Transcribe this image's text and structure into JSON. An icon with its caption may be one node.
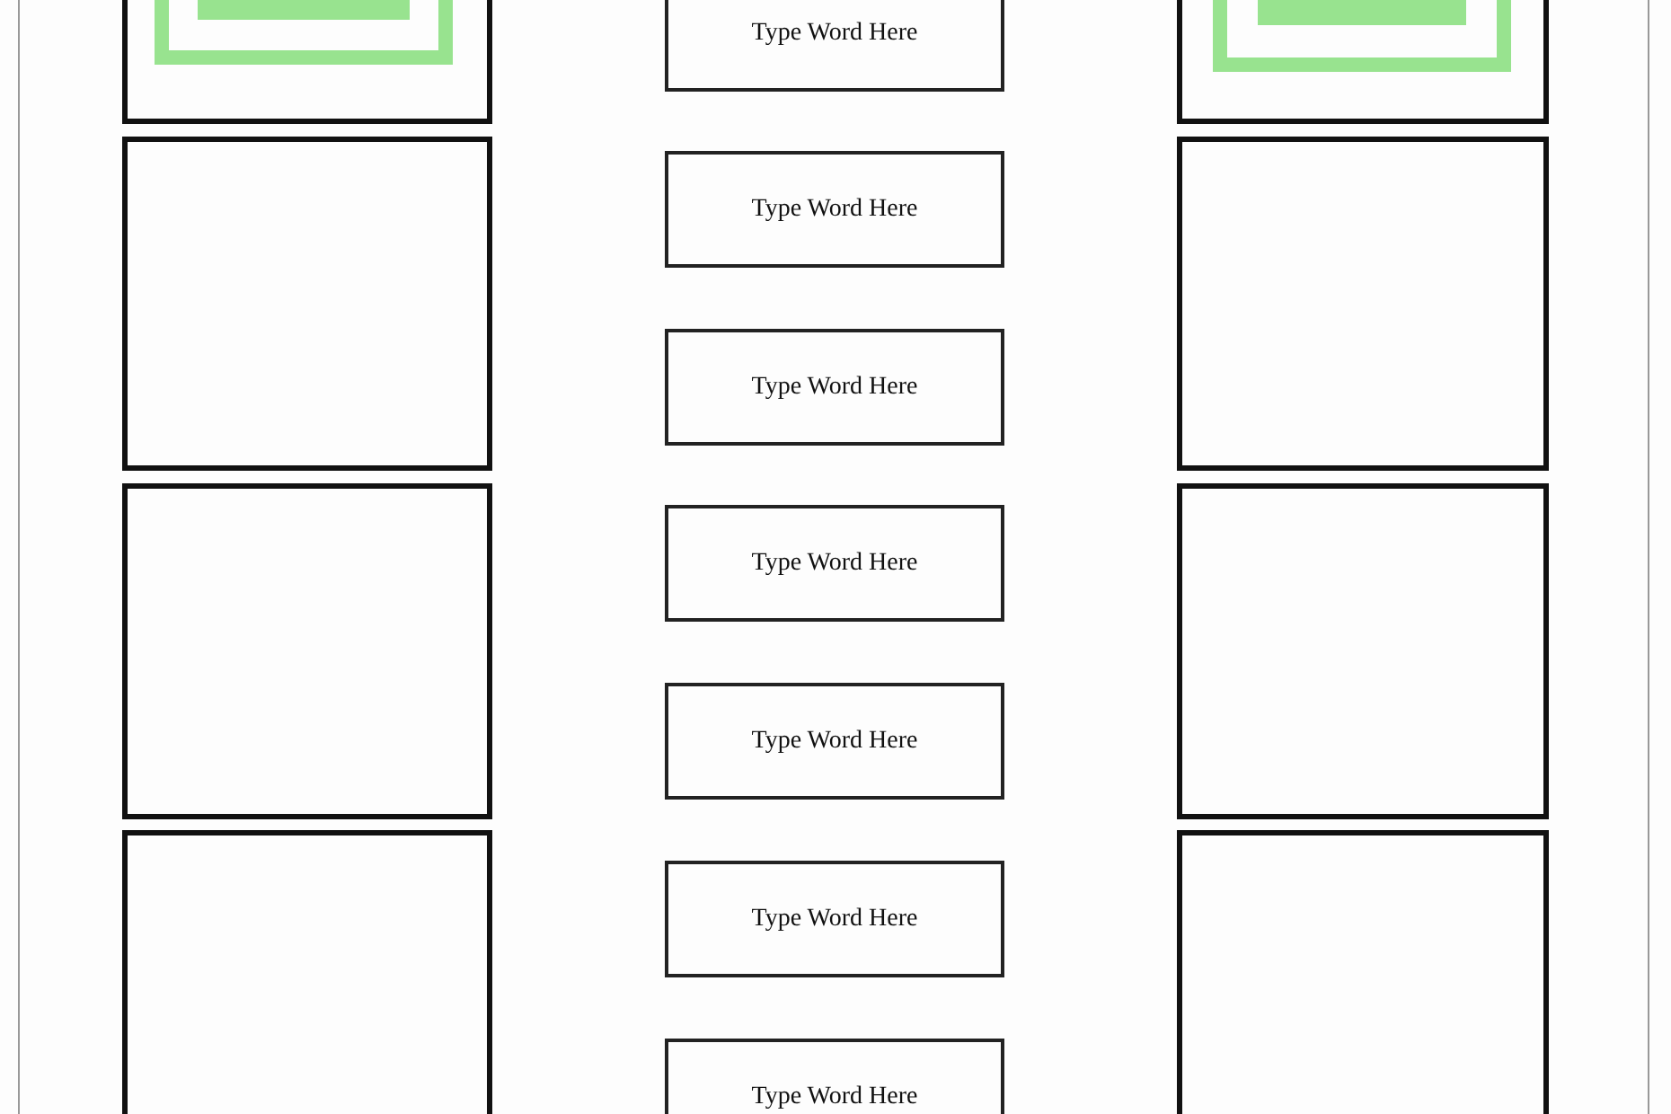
{
  "diagram": {
    "nodes": [
      {
        "text": [],
        "shape": "box"
      },
      {
        "text": [],
        "shape": "box"
      },
      {
        "text": [],
        "shape": "box"
      },
      {
        "text": [],
        "shape": "box"
      },
      {
        "text": [
          "Type Word Here"
        ]
      },
      {
        "text": [
          "Type Word Here"
        ]
      },
      {
        "text": [
          "Type Word Here"
        ]
      },
      {
        "text": [
          "Type Word Here"
        ]
      },
      {
        "text": [
          "Type Word Here"
        ]
      },
      {
        "text": [
          "Type Word Here"
        ]
      },
      {
        "text": [
          "Type Word Here"
        ]
      },
      {
        "text": [],
        "shape": "box"
      },
      {
        "text": [],
        "shape": "box"
      },
      {
        "text": [],
        "shape": "box"
      },
      {
        "text": [],
        "shape": "box"
      }
    ]
  }
}
